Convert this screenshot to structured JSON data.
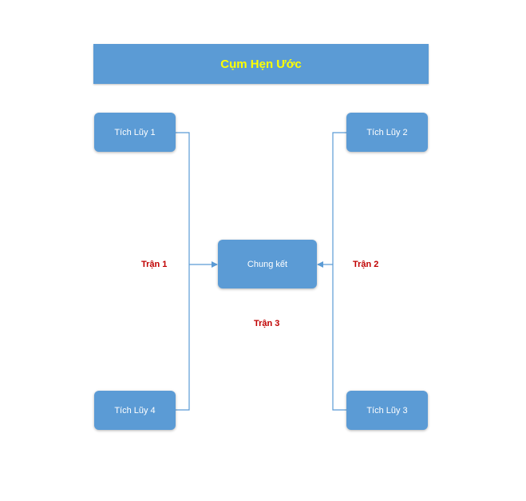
{
  "colors": {
    "box_fill": "#5b9bd5",
    "title_text": "#ffff00",
    "node_text": "#ffffff",
    "match_label": "#c00000",
    "connector": "#5b9bd5"
  },
  "header": {
    "title": "Cụm Hẹn Ước"
  },
  "nodes": {
    "top_left": "Tích Lũy 1",
    "top_right": "Tích Lũy 2",
    "bottom_right": "Tích Lũy 3",
    "bottom_left": "Tích Lũy 4",
    "center": "Chung kết"
  },
  "matches": {
    "left": "Trận 1",
    "right": "Trận 2",
    "bottom": "Trận 3"
  }
}
